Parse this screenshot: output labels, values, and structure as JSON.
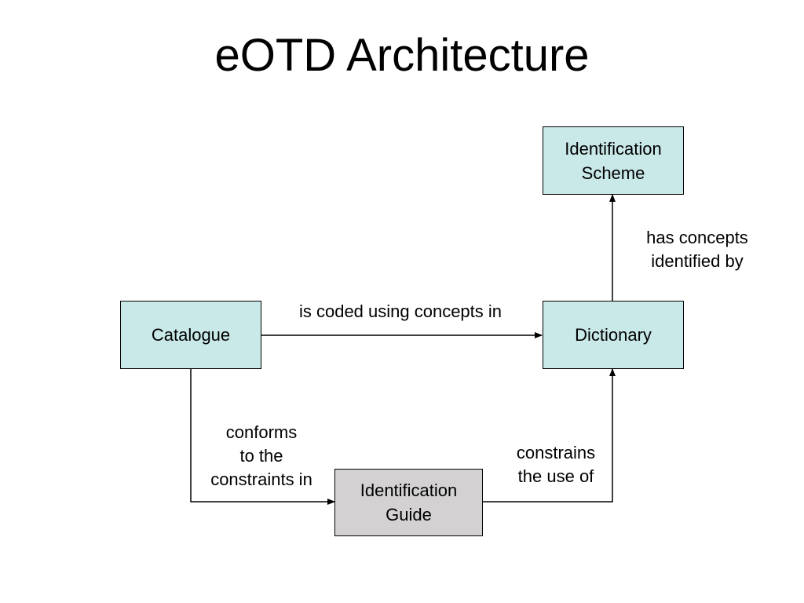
{
  "title": "eOTD Architecture",
  "nodes": {
    "identification_scheme": "Identification\nScheme",
    "catalogue": "Catalogue",
    "dictionary": "Dictionary",
    "identification_guide": "Identification\nGuide"
  },
  "edges": {
    "dictionary_to_scheme": "has concepts\nidentified by",
    "catalogue_to_dictionary": "is coded using concepts in",
    "catalogue_to_guide": "conforms\nto the\nconstraints in",
    "guide_to_dictionary": "constrains\nthe use of"
  },
  "colors": {
    "node_fill": "#c9e8e8",
    "guide_fill": "#d3d1d1",
    "line": "#000000"
  }
}
